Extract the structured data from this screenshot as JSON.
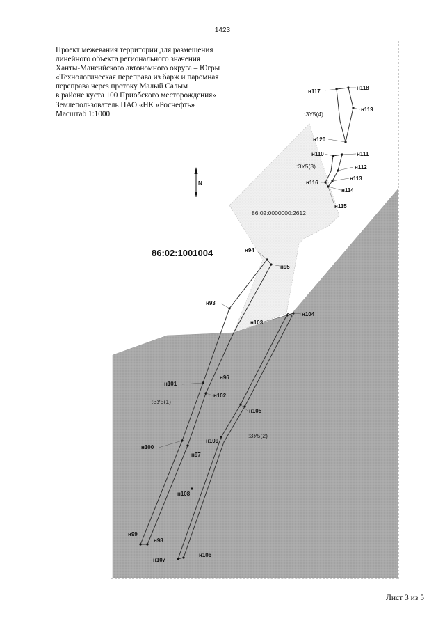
{
  "page_number": "1423",
  "title_lines": [
    "Проект межевания территории для размещения",
    "линейного объекта регионального значения",
    "Ханты-Мансийского автономного округа – Югры",
    "«Технологическая переправа из барж и паромная",
    "переправа через протоку Малый Салым",
    "в районе куста 100 Приобского месторождения»",
    "Землепользователь ПАО «НК «Роснефть»",
    "Масштаб 1:1000"
  ],
  "north_label": "N",
  "cadastral_quarter": "86:02:1001004",
  "parcel_number": "86:02:0000000:2612",
  "zones": [
    ":ЗУ5(1)",
    ":ЗУ5(2)",
    ":ЗУ5(3)",
    ":ЗУ5(4)"
  ],
  "points": [
    "н93",
    "н94",
    "н95",
    "н96",
    "н97",
    "н98",
    "н99",
    "н100",
    "н101",
    "н102",
    "н103",
    "н104",
    "н105",
    "н106",
    "н107",
    "н108",
    "н109",
    "н110",
    "н111",
    "н112",
    "н113",
    "н114",
    "н115",
    "н116",
    "н117",
    "н118",
    "н119",
    "н120"
  ],
  "sheet_label": "Лист 3 из 5",
  "colors": {
    "fill_dark": "#a6a6a6",
    "fill_light": "#ececec",
    "boundary": "#333333"
  }
}
